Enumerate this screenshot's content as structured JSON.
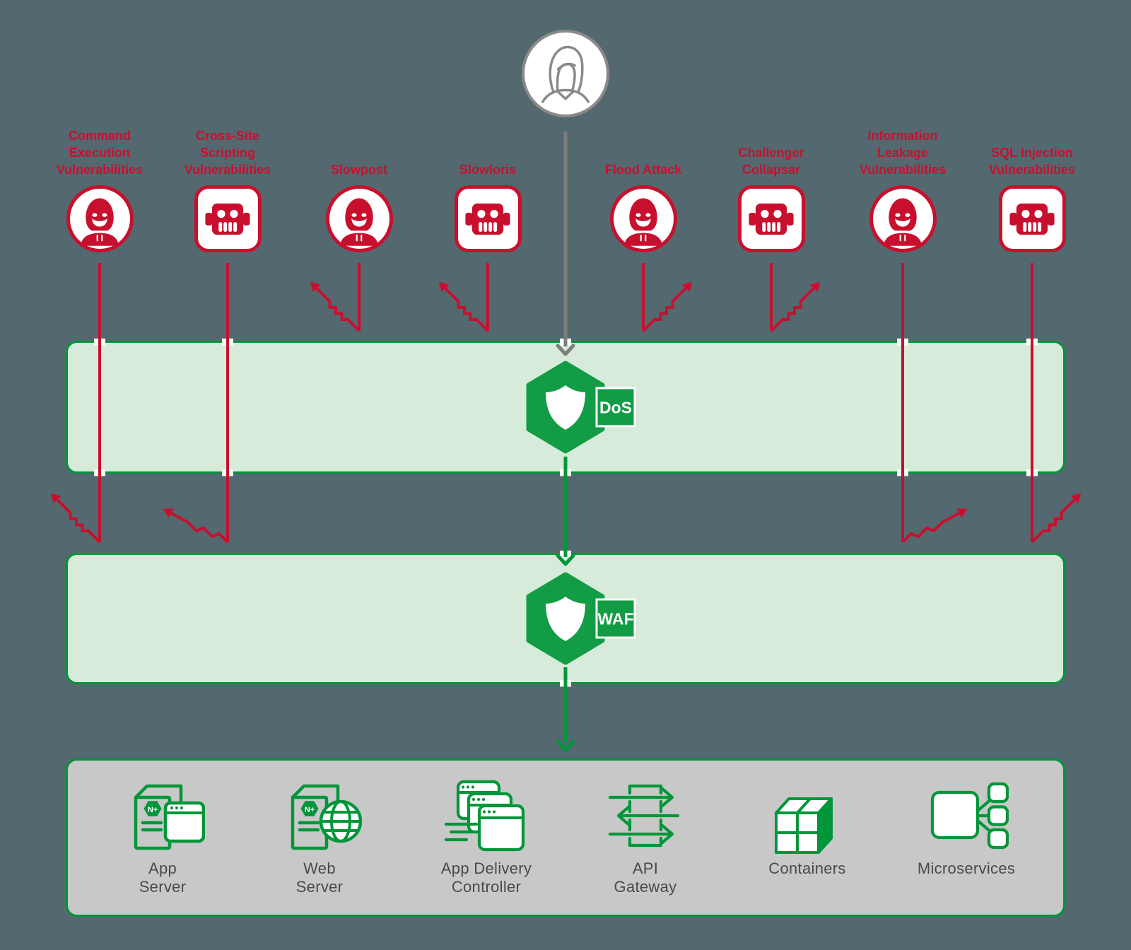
{
  "colors": {
    "background": "#546870",
    "attack_red": "#c8102e",
    "green": "#009639",
    "shield_green": "#129c45",
    "band_fill": "#d7ebda",
    "infra_fill": "#c8c8c8",
    "user_gray": "#8a8a8a",
    "infra_text": "#4a4a4a"
  },
  "user": {
    "icon": "user-icon"
  },
  "attacks": [
    {
      "name": "Command Execution Vulnerabilities",
      "label": [
        "Command",
        "Execution",
        "Vulnerabilities"
      ],
      "icon": "hacker",
      "blocked_by": "WAF",
      "deflect": "up-left",
      "zigzag": "steep"
    },
    {
      "name": "Cross-Site Scripting Vulnerabilities",
      "label": [
        "Cross-Site",
        "Scripting",
        "Vulnerabilities"
      ],
      "icon": "bot",
      "blocked_by": "WAF",
      "deflect": "up-left",
      "zigzag": "shallow"
    },
    {
      "name": "Slowpost",
      "label": [
        "Slowpost"
      ],
      "icon": "hacker",
      "blocked_by": "DoS",
      "deflect": "up-left",
      "zigzag": "steep"
    },
    {
      "name": "Slowloris",
      "label": [
        "Slowloris"
      ],
      "icon": "bot",
      "blocked_by": "DoS",
      "deflect": "up-left",
      "zigzag": "steep"
    },
    {
      "name": "Flood Attack",
      "label": [
        "Flood Attack"
      ],
      "icon": "hacker",
      "blocked_by": "DoS",
      "deflect": "up-right",
      "zigzag": "steep"
    },
    {
      "name": "Challenger Collapsar",
      "label": [
        "Challenger",
        "Collapsar"
      ],
      "icon": "bot",
      "blocked_by": "DoS",
      "deflect": "up-right",
      "zigzag": "steep"
    },
    {
      "name": "Information Leakage Vulnerabilities",
      "label": [
        "Information",
        "Leakage",
        "Vulnerabilities"
      ],
      "icon": "hacker",
      "blocked_by": "WAF",
      "deflect": "up-right",
      "zigzag": "shallow"
    },
    {
      "name": "SQL Injection Vulnerabilities",
      "label": [
        "SQL Injection",
        "Vulnerabilities"
      ],
      "icon": "bot",
      "blocked_by": "WAF",
      "deflect": "up-right",
      "zigzag": "steep"
    }
  ],
  "shields": {
    "dos_label": "DoS",
    "waf_label": "WAF"
  },
  "infrastructure": [
    {
      "name": "App Server",
      "label": [
        "App",
        "Server"
      ],
      "icon": "app-server",
      "badge": "N+"
    },
    {
      "name": "Web Server",
      "label": [
        "Web",
        "Server"
      ],
      "icon": "web-server",
      "badge": "N+"
    },
    {
      "name": "App Delivery Controller",
      "label": [
        "App Delivery",
        "Controller"
      ],
      "icon": "app-delivery-controller"
    },
    {
      "name": "API Gateway",
      "label": [
        "API",
        "Gateway"
      ],
      "icon": "api-gateway"
    },
    {
      "name": "Containers",
      "label": [
        "Containers"
      ],
      "icon": "containers"
    },
    {
      "name": "Microservices",
      "label": [
        "Microservices"
      ],
      "icon": "microservices"
    }
  ]
}
